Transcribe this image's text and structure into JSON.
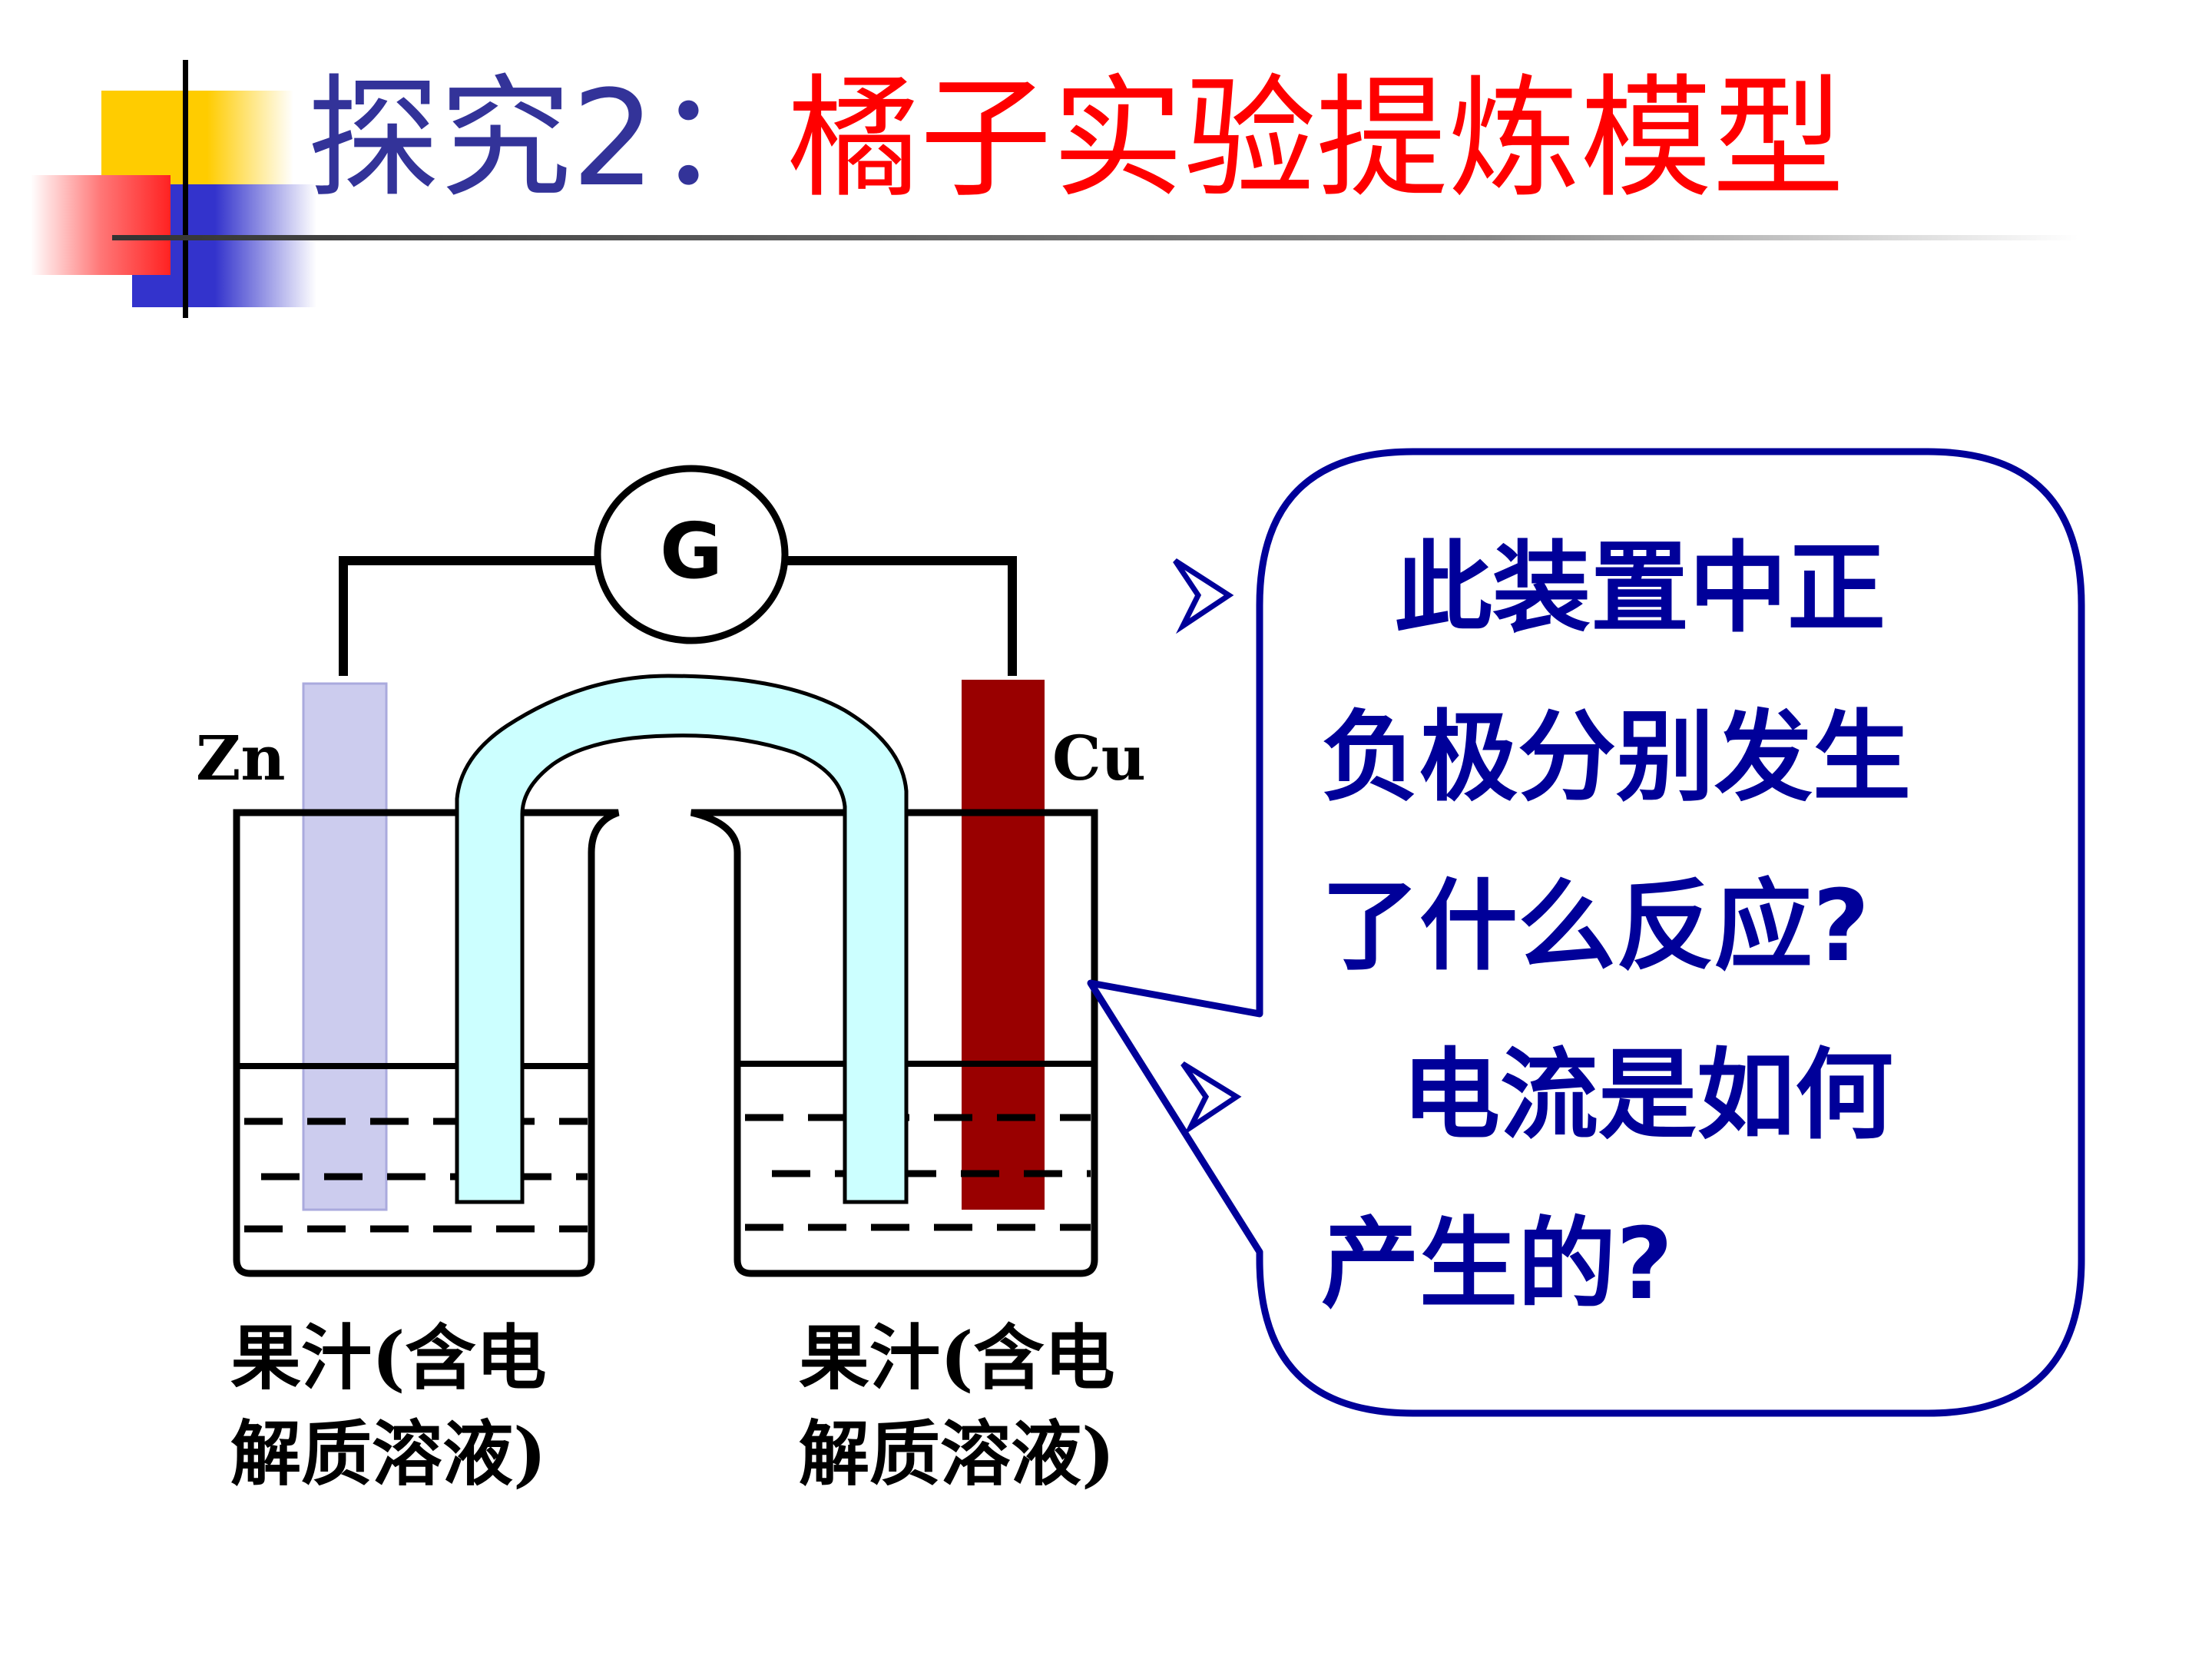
{
  "title": {
    "prefix": "探究2：",
    "main": "橘子实验提炼模型"
  },
  "galvanometer": {
    "label": "G"
  },
  "electrodes": {
    "left": "Zn",
    "right": "Cu"
  },
  "beakers": {
    "left_label_line1": "果汁(含电",
    "left_label_line2": "解质溶液)",
    "right_label_line1": "果汁(含电",
    "right_label_line2": "解质溶液)"
  },
  "bubble": {
    "q1_line1": "此装置中正",
    "q1_line2": "负极分别发生",
    "q1_line3": "了什么反应?",
    "q2_line1": "电流是如何",
    "q2_line2": "产生的?"
  },
  "colors": {
    "title_prefix": "#333399",
    "title_main": "#ff0000",
    "bubble_border": "#000099",
    "bubble_text": "#000099",
    "zn_electrode": "#ccccee",
    "cu_electrode": "#990000",
    "salt_bridge": "#ccffff"
  },
  "icons": {
    "bullet": "arrowhead-bullet-icon",
    "decoration": "slide-corner-decoration-icon"
  }
}
